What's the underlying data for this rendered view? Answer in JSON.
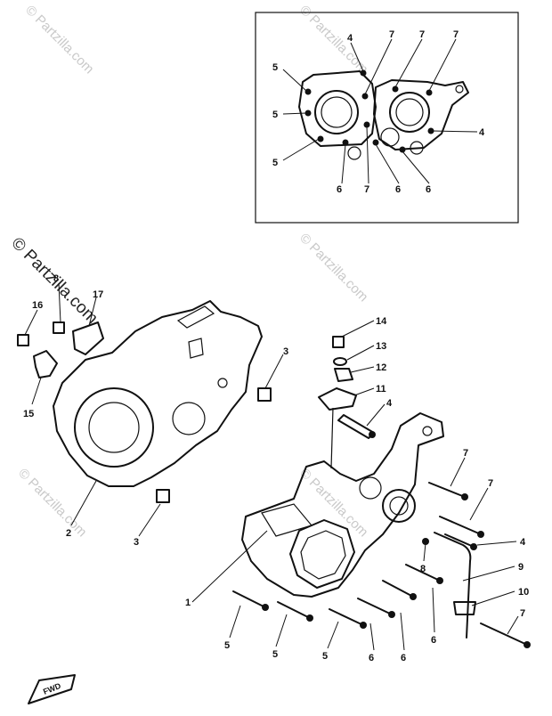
{
  "watermark": {
    "text": "© Partzilla.com"
  },
  "forward_arrow": {
    "label": "FWD"
  },
  "callouts": [
    {
      "id": "c1",
      "label": "4"
    },
    {
      "id": "c2",
      "label": "7"
    },
    {
      "id": "c3",
      "label": "7"
    },
    {
      "id": "c4",
      "label": "7"
    },
    {
      "id": "c5",
      "label": "5"
    },
    {
      "id": "c6",
      "label": "5"
    },
    {
      "id": "c7",
      "label": "5"
    },
    {
      "id": "c8",
      "label": "4"
    },
    {
      "id": "c9",
      "label": "6"
    },
    {
      "id": "c10",
      "label": "7"
    },
    {
      "id": "c11",
      "label": "6"
    },
    {
      "id": "c12",
      "label": "6"
    },
    {
      "id": "c13",
      "label": "8"
    },
    {
      "id": "c14",
      "label": "17"
    },
    {
      "id": "c15",
      "label": "16"
    },
    {
      "id": "c16",
      "label": "15"
    },
    {
      "id": "c17",
      "label": "3"
    },
    {
      "id": "c18",
      "label": "2"
    },
    {
      "id": "c19",
      "label": "3"
    },
    {
      "id": "c20",
      "label": "14"
    },
    {
      "id": "c21",
      "label": "13"
    },
    {
      "id": "c22",
      "label": "12"
    },
    {
      "id": "c23",
      "label": "11"
    },
    {
      "id": "c24",
      "label": "4"
    },
    {
      "id": "c25",
      "label": "7"
    },
    {
      "id": "c26",
      "label": "7"
    },
    {
      "id": "c27",
      "label": "4"
    },
    {
      "id": "c28",
      "label": "8"
    },
    {
      "id": "c29",
      "label": "9"
    },
    {
      "id": "c30",
      "label": "10"
    },
    {
      "id": "c31",
      "label": "7"
    },
    {
      "id": "c32",
      "label": "1"
    },
    {
      "id": "c33",
      "label": "5"
    },
    {
      "id": "c34",
      "label": "5"
    },
    {
      "id": "c35",
      "label": "5"
    },
    {
      "id": "c36",
      "label": "6"
    },
    {
      "id": "c37",
      "label": "6"
    },
    {
      "id": "c38",
      "label": "6"
    }
  ]
}
